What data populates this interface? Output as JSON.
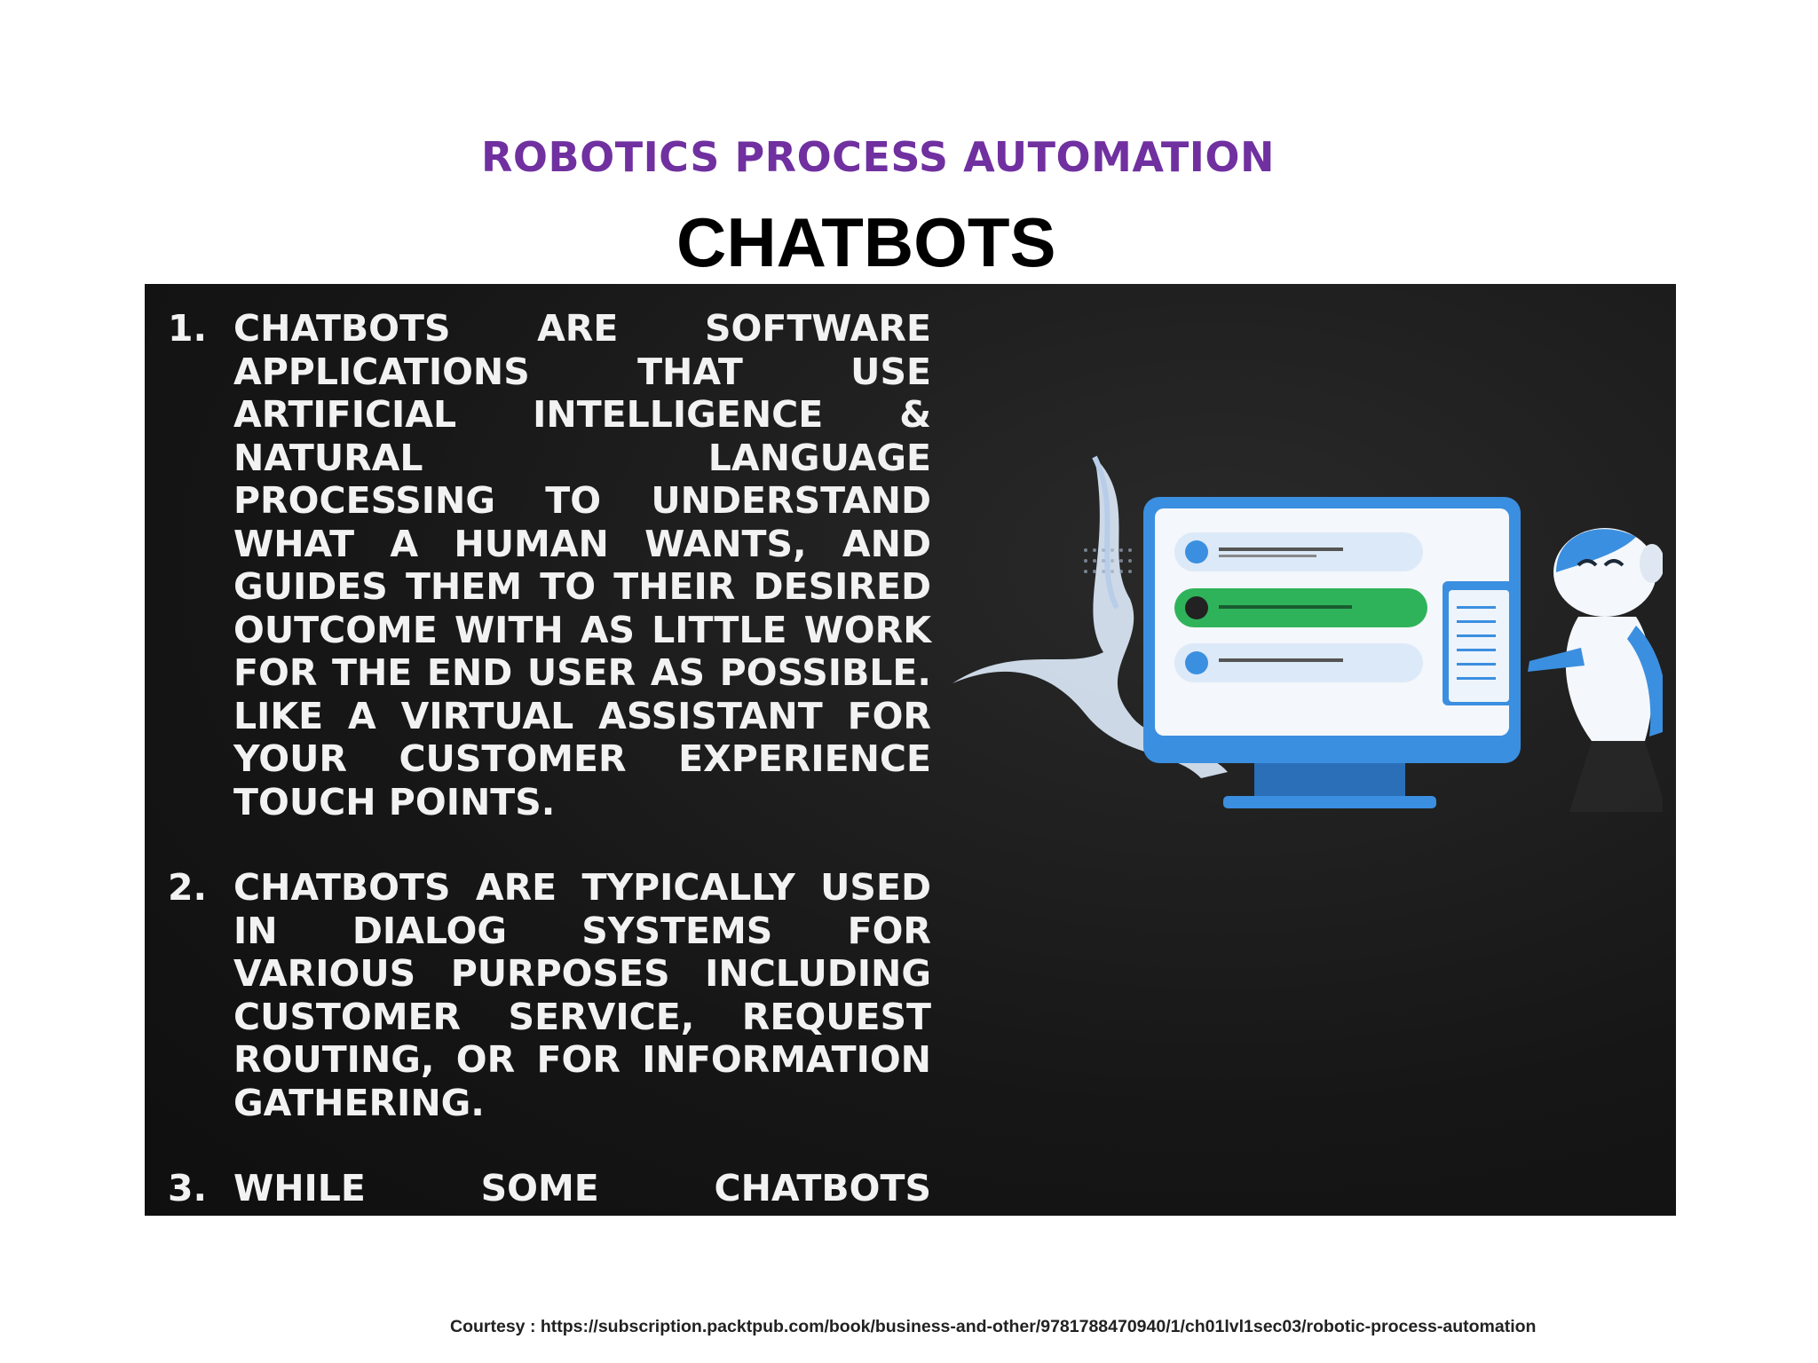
{
  "header": {
    "subtitle": "ROBOTICS PROCESS AUTOMATION",
    "title": "CHATBOTS"
  },
  "panel": {
    "points": [
      {
        "number": "1.",
        "text": "CHATBOTS ARE SOFTWARE APPLICATIONS THAT USE ARTIFICIAL INTELLIGENCE & NATURAL LANGUAGE PROCESSING TO UNDERSTAND WHAT A HUMAN WANTS, AND GUIDES THEM TO THEIR DESIRED OUTCOME WITH AS LITTLE WORK FOR THE END USER AS POSSIBLE. LIKE A VIRTUAL ASSISTANT FOR YOUR CUSTOMER EXPERIENCE TOUCH POINTS."
      },
      {
        "number": "2.",
        "text": "CHATBOTS ARE TYPICALLY USED IN DIALOG SYSTEMS FOR VARIOUS PURPOSES INCLUDING CUSTOMER SERVICE, REQUEST ROUTING, OR FOR INFORMATION GATHERING."
      },
      {
        "number": "3.",
        "text": "WHILE SOME CHATBOTS APPLICATIONS USE EXTENSIVE WORD-CLASSIFICATION PROCESSES,"
      }
    ],
    "illustration": {
      "icons": [
        "monitor-icon",
        "robot-icon",
        "chat-bubble-icon"
      ]
    }
  },
  "footer": {
    "courtesy": "Courtesy : https://subscription.packtpub.com/book/business-and-other/9781788470940/1/ch01lvl1sec03/robotic-process-automation"
  },
  "colors": {
    "header": "#7030a0",
    "accent_blue": "#3b8fe0",
    "accent_green": "#2fb35a",
    "panel_bg": "#161616"
  }
}
